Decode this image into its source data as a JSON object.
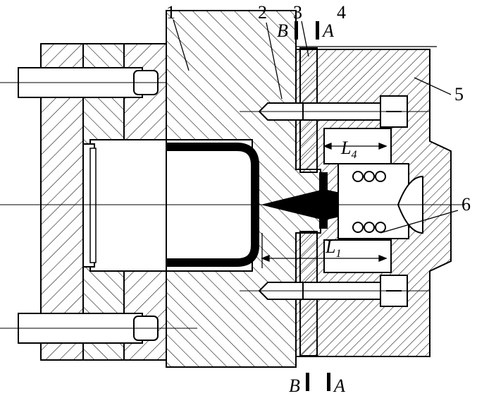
{
  "diagram": {
    "part_numbers": [
      "1",
      "2",
      "3",
      "4",
      "5",
      "6"
    ],
    "section_top": {
      "left": "B",
      "right": "A"
    },
    "section_bottom": {
      "left": "B",
      "right": "A"
    },
    "dim_L4": {
      "letter": "L",
      "sub": "4"
    },
    "dim_L1": {
      "letter": "L",
      "sub": "1"
    }
  }
}
